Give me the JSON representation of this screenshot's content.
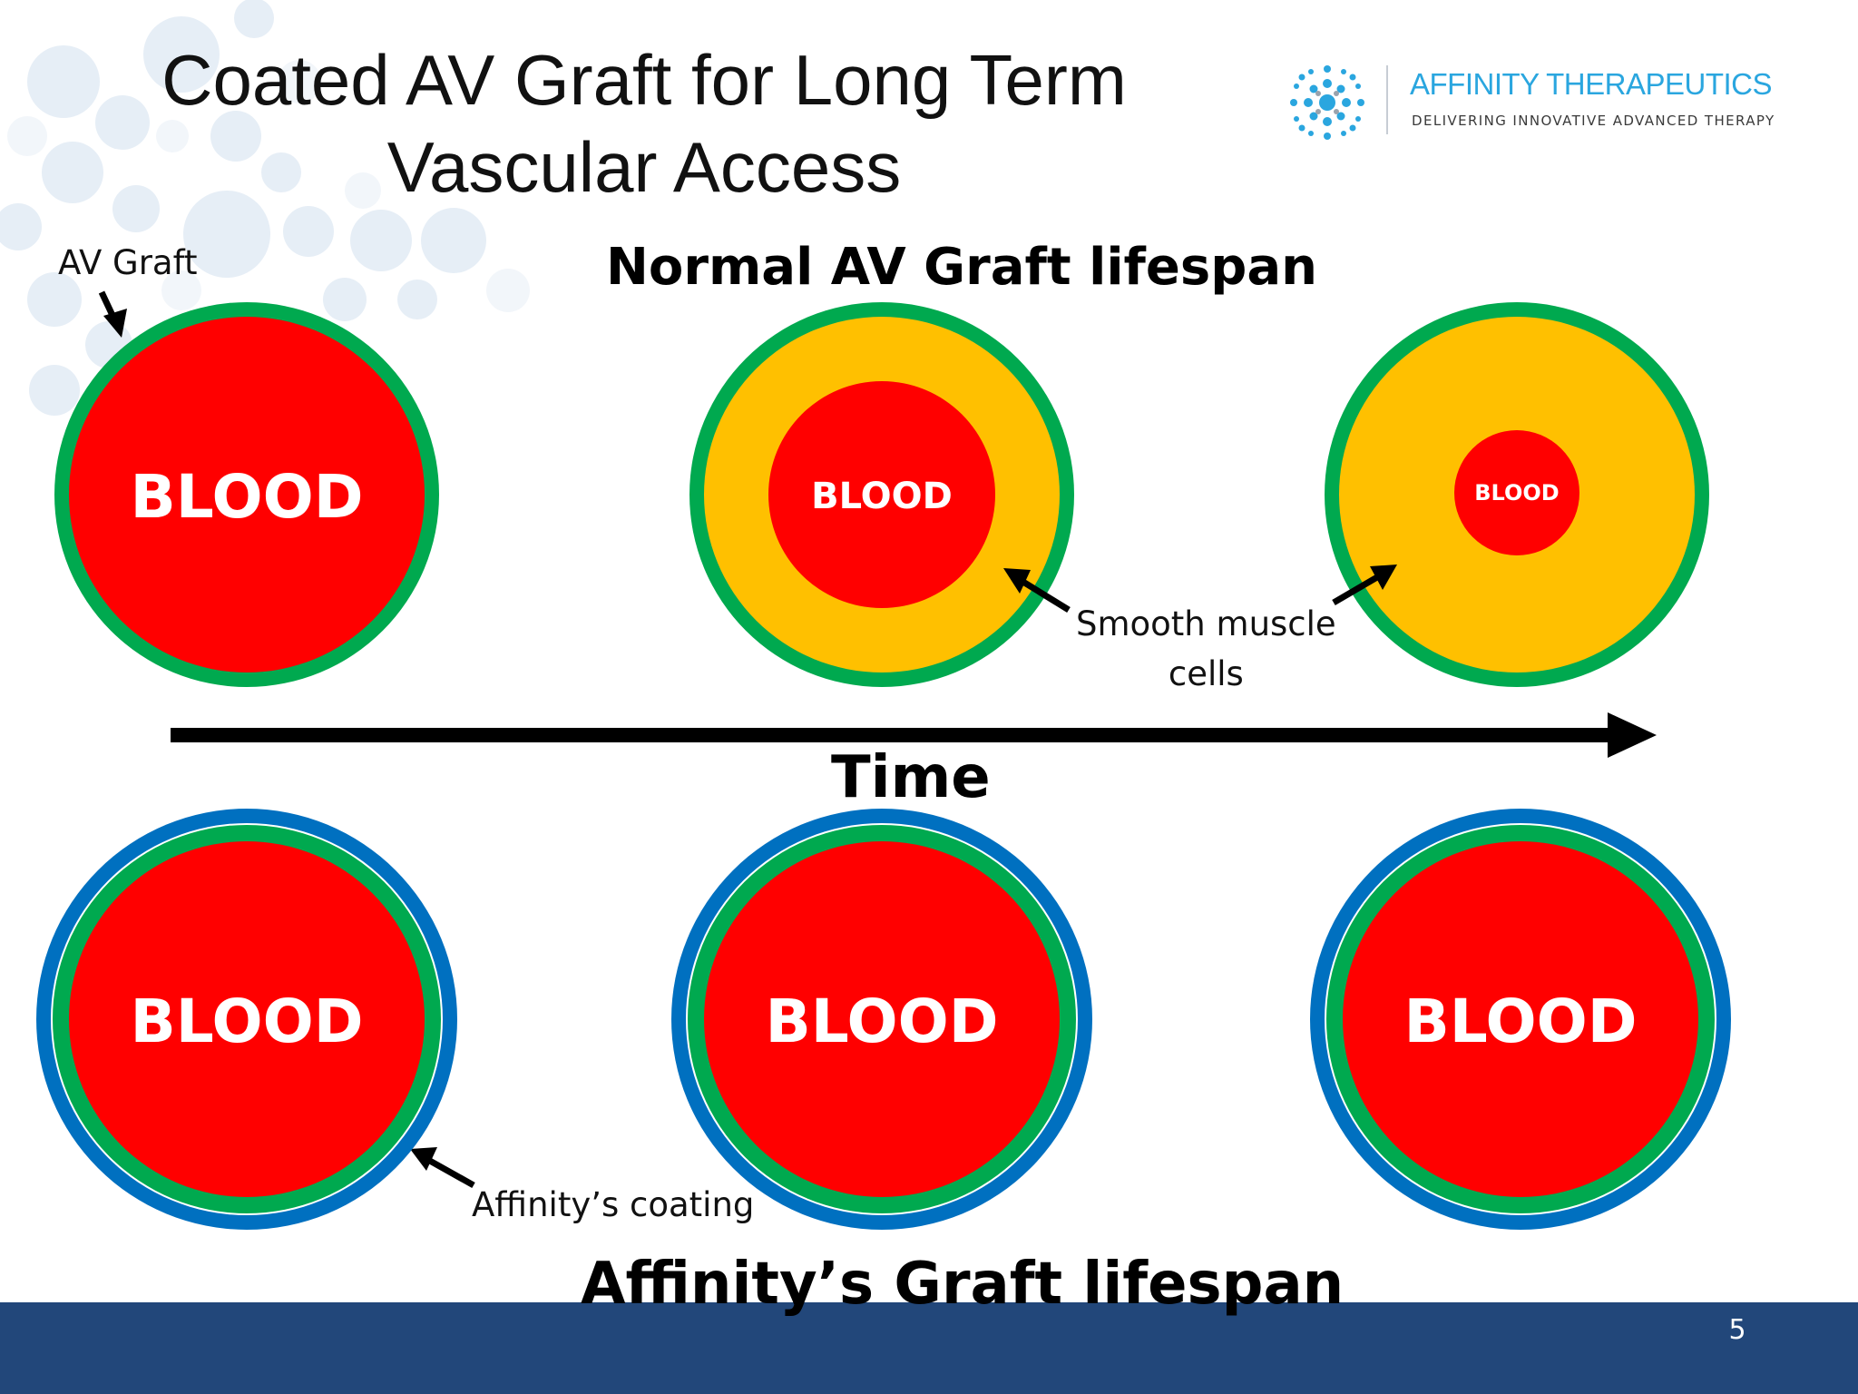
{
  "slide": {
    "title_line1": "Coated AV Graft for Long Term",
    "title_line2": "Vascular Access",
    "page_number": "5"
  },
  "logo": {
    "name": "AFFINITY THERAPEUTICS",
    "tagline": "DELIVERING INNOVATIVE ADVANCED THERAPY",
    "brand_color": "#2aa6df"
  },
  "diagram": {
    "top_heading": "Normal AV Graft lifespan",
    "bottom_heading": "Affinity’s Graft lifespan",
    "time_label": "Time",
    "labels": {
      "av_graft": "AV Graft",
      "smooth_muscle_line1": "Smooth muscle",
      "smooth_muscle_line2": "cells",
      "coating": "Affinity’s coating"
    },
    "blood_label": "BLOOD",
    "colors": {
      "blood": "#ff0000",
      "graft": "#00a94f",
      "smooth_muscle": "#ffc000",
      "coating": "#0070c0",
      "arrow": "#000000",
      "footer": "#22477a"
    }
  }
}
